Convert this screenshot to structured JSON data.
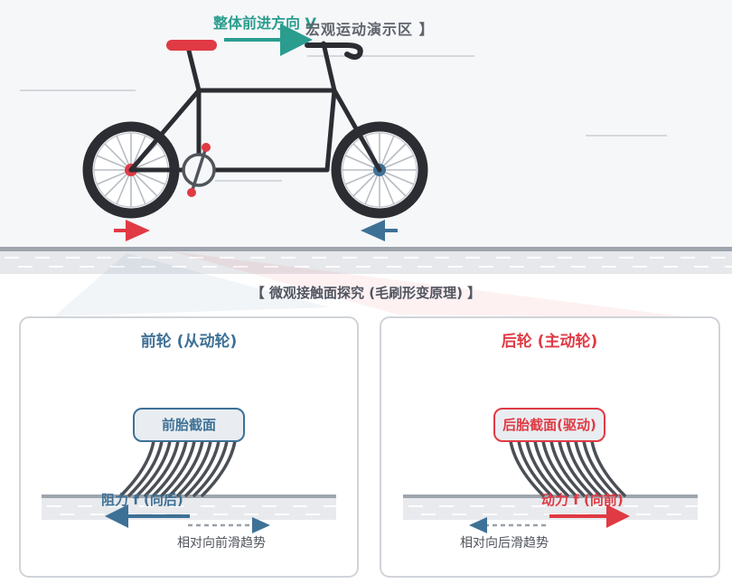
{
  "macro": {
    "title": "宏观运动演示区 】",
    "direction_label": "整体前进方向 V"
  },
  "micro": {
    "title": "【 微观接触面探究 (毛刷形变原理) 】"
  },
  "front": {
    "panel_title": "前轮 (从动轮)",
    "tire_label": "前胎截面",
    "force_label": "阻力 f (向后)",
    "slide_label": "相对向前滑趋势"
  },
  "rear": {
    "panel_title": "后轮 (主动轮)",
    "tire_label": "后胎截面(驱动)",
    "force_label": "动力 f (向前)",
    "slide_label": "相对向后滑趋势"
  },
  "colors": {
    "front_blue": "#3e7196",
    "rear_red": "#e03a44",
    "forward_teal": "#2a9d8f",
    "frame_dark": "#2b2d33"
  }
}
